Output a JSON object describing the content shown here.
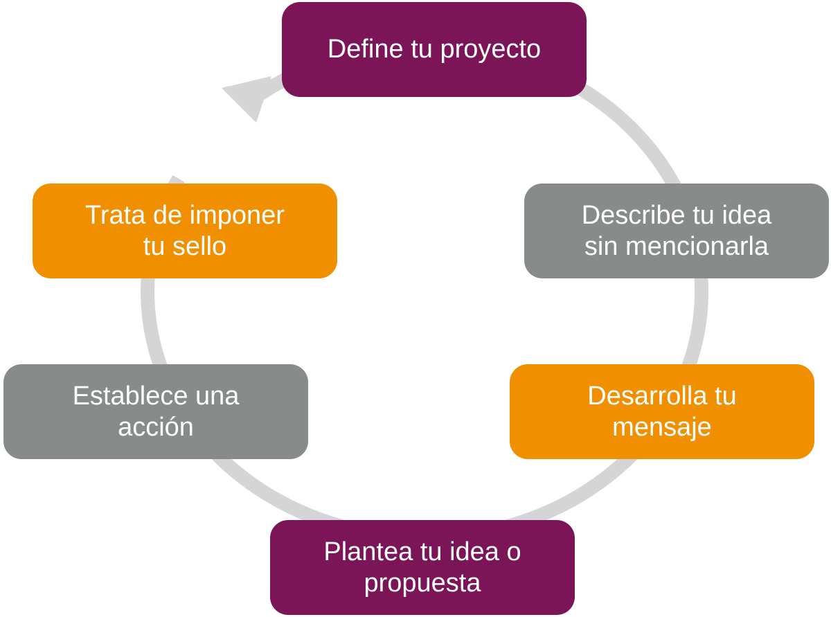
{
  "colors": {
    "purple": "#7b1557",
    "gray": "#878b8a",
    "orange": "#f09000",
    "cycle": "#d4d5d4"
  },
  "steps": [
    {
      "id": "define",
      "text": "Define tu proyecto",
      "color": "#7b1557"
    },
    {
      "id": "describe",
      "text": "Describe tu idea\nsin mencionarla",
      "color": "#878b8a"
    },
    {
      "id": "develop",
      "text": "Desarrolla tu\nmensaje",
      "color": "#f09000"
    },
    {
      "id": "plantea",
      "text": "Plantea tu idea o\npropuesta",
      "color": "#7b1557"
    },
    {
      "id": "establece",
      "text": "Establece una\nacción",
      "color": "#878b8a"
    },
    {
      "id": "trata",
      "text": "Trata de imponer\ntu sello",
      "color": "#f09000"
    }
  ]
}
